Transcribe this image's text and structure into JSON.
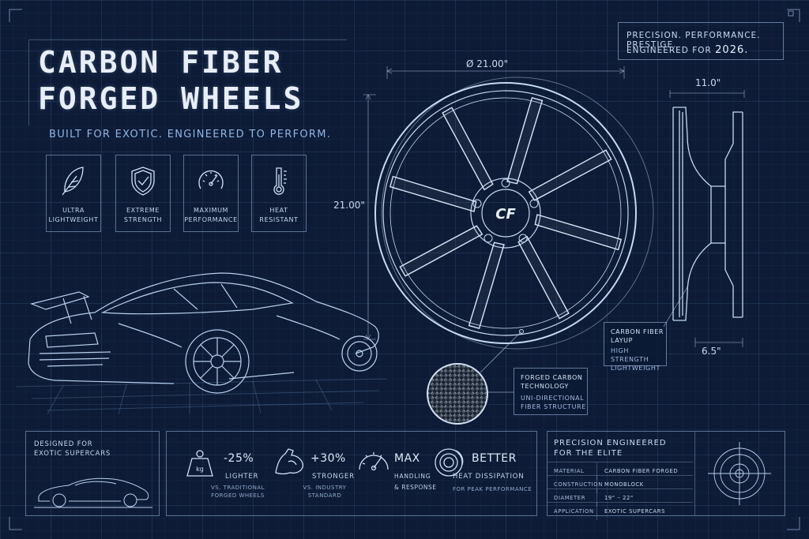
{
  "header": {
    "title_line1": "CARBON FIBER",
    "title_line2": "FORGED WHEELS",
    "subtitle": "BUILT FOR EXOTIC. ENGINEERED TO PERFORM."
  },
  "tagline": {
    "line1": "PRECISION. PERFORMANCE. PRESTIGE.",
    "line2": "ENGINEERED FOR",
    "year": "2026."
  },
  "features": [
    {
      "icon": "feather-icon",
      "line1": "ULTRA",
      "line2": "LIGHTWEIGHT"
    },
    {
      "icon": "shield-check-icon",
      "line1": "EXTREME",
      "line2": "STRENGTH"
    },
    {
      "icon": "gauge-icon",
      "line1": "MAXIMUM",
      "line2": "PERFORMANCE"
    },
    {
      "icon": "thermometer-icon",
      "line1": "HEAT",
      "line2": "RESISTANT"
    }
  ],
  "wheel": {
    "diameter_top": "Ø 21.00\"",
    "diameter_side": "21.00\"",
    "hub_logo": "CF",
    "profile_top": "11.0\"",
    "profile_bottom": "6.5\""
  },
  "callouts": {
    "layup": {
      "title1": "CARBON FIBER",
      "title2": "LAYUP",
      "sub1": "HIGH STRENGTH",
      "sub2": "LIGHTWEIGHT"
    },
    "forged": {
      "title1": "FORGED CARBON",
      "title2": "TECHNOLOGY",
      "sub1": "UNI-DIRECTIONAL",
      "sub2": "FIBER STRUCTURE"
    }
  },
  "designed_for": {
    "line1": "DESIGNED FOR",
    "line2": "EXOTIC SUPERCARS"
  },
  "stats": [
    {
      "icon": "weight-icon",
      "value": "-25%",
      "label": "LIGHTER",
      "sub1": "VS. TRADITIONAL",
      "sub2": "FORGED WHEELS"
    },
    {
      "icon": "muscle-arm-icon",
      "value": "+30%",
      "label": "STRONGER",
      "sub1": "VS. INDUSTRY",
      "sub2": "STANDARD"
    },
    {
      "icon": "speedometer-icon",
      "value": "MAX",
      "label": "HANDLING",
      "sub1": "& RESPONSE",
      "sub2": ""
    },
    {
      "icon": "brake-disc-icon",
      "value": "BETTER",
      "label": "HEAT DISSIPATION",
      "sub1": "FOR PEAK PERFORMANCE",
      "sub2": ""
    }
  ],
  "specs": {
    "heading1": "PRECISION ENGINEERED",
    "heading2": "FOR THE ELITE",
    "rows": [
      {
        "key": "MATERIAL",
        "value": "CARBON FIBER FORGED"
      },
      {
        "key": "CONSTRUCTION",
        "value": "MONOBLOCK"
      },
      {
        "key": "DIAMETER",
        "value": "19\" – 22\""
      },
      {
        "key": "APPLICATION",
        "value": "EXOTIC SUPERCARS"
      }
    ]
  },
  "colors": {
    "background": "#0d1b36",
    "line": "#c9dbf2",
    "accent": "#8fb6e6"
  }
}
